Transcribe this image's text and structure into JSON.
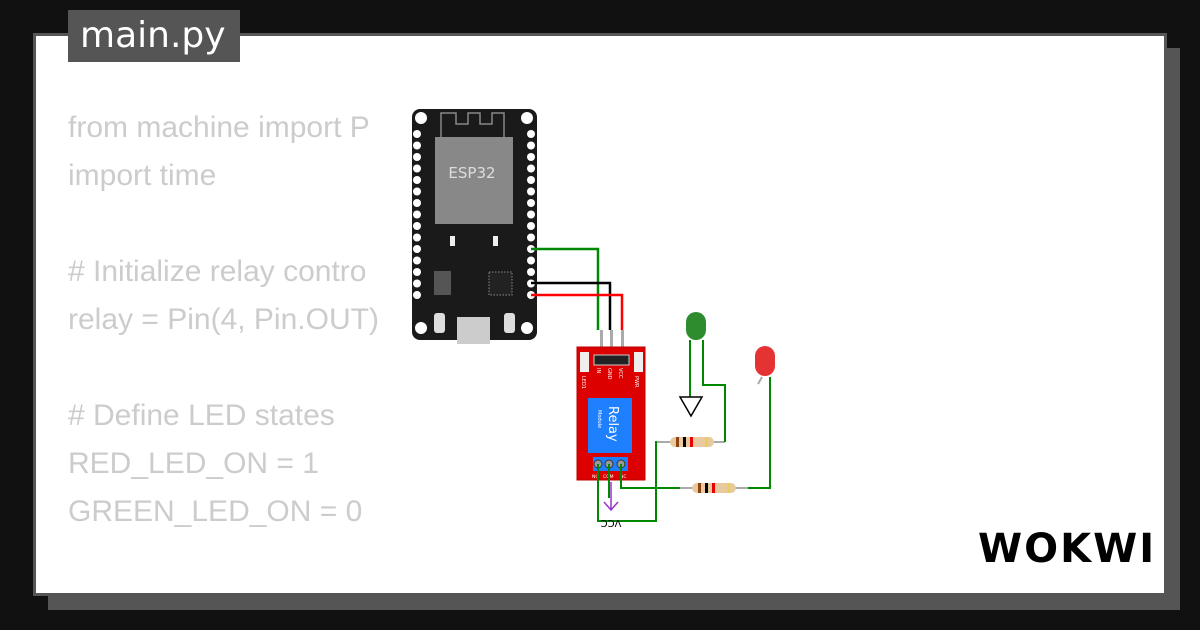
{
  "tab": {
    "title": "main.py"
  },
  "code": {
    "lines": [
      "from machine import P",
      "import time",
      "",
      "# Initialize relay contro",
      "relay = Pin(4, Pin.OUT)",
      "",
      "# Define LED states",
      "RED_LED_ON = 1",
      "GREEN_LED_ON = 0"
    ]
  },
  "diagram": {
    "esp32_label": "ESP32",
    "relay_label": "Relay",
    "relay_sublabel": "Module",
    "relay_pins": [
      "IN",
      "GND",
      "VCC"
    ],
    "relay_terminals": [
      "NO",
      "COM",
      "NC"
    ],
    "relay_leds": [
      "LED1",
      "PWR"
    ],
    "vcc_label": "VCC",
    "colors": {
      "wire_green": "#008800",
      "wire_black": "#000000",
      "wire_red": "#ff0000",
      "relay_board": "#dd0000",
      "relay_box": "#1e7fff",
      "vcc": "#9933cc"
    }
  },
  "brand": {
    "logo": "WOKWI"
  }
}
